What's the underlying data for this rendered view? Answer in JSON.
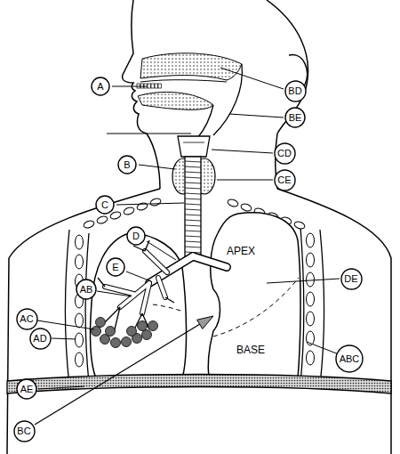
{
  "diagram": {
    "nodes": [
      {
        "text": [
          "A"
        ]
      },
      {
        "text": [
          "BD"
        ]
      },
      {
        "text": [
          "BE"
        ]
      },
      {
        "text": [
          "CD"
        ]
      },
      {
        "text": [
          "B"
        ]
      },
      {
        "text": [
          "CE"
        ]
      },
      {
        "text": [
          "C"
        ]
      },
      {
        "text": [
          "D"
        ]
      },
      {
        "text": [
          "E"
        ]
      },
      {
        "text": [
          "DE"
        ]
      },
      {
        "text": [
          "AB"
        ]
      },
      {
        "text": [
          "AC"
        ]
      },
      {
        "text": [
          "AD"
        ]
      },
      {
        "text": [
          "ABC"
        ]
      },
      {
        "text": [
          "AE"
        ]
      },
      {
        "text": [
          "BC"
        ]
      }
    ],
    "labels": [
      "APEX",
      "BASE"
    ]
  }
}
